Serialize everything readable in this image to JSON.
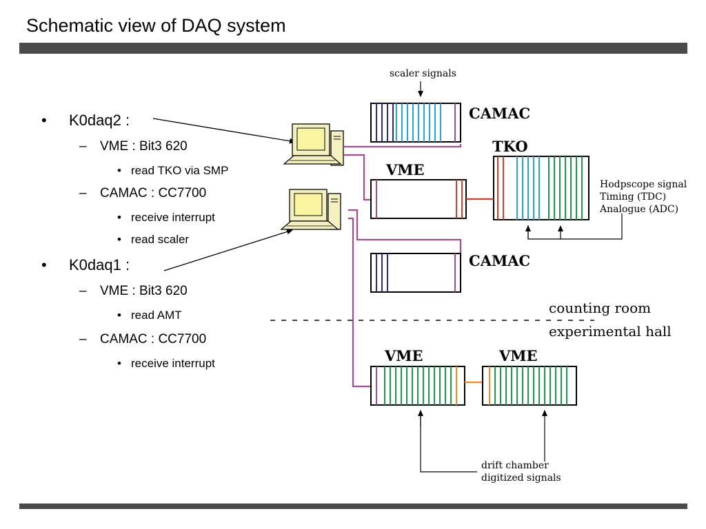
{
  "slide": {
    "title": "Schematic view of DAQ system"
  },
  "bullets": {
    "k0daq2": {
      "label": "K0daq2 :",
      "vme": "VME : Bit3 620",
      "vme_sub": "read TKO via SMP",
      "camac": "CAMAC : CC7700",
      "camac_sub1": "receive interrupt",
      "camac_sub2": "read scaler"
    },
    "k0daq1": {
      "label": "K0daq1 :",
      "vme": "VME : Bit3 620",
      "vme_sub": "read AMT",
      "camac": "CAMAC : CC7700",
      "camac_sub": "receive interrupt"
    },
    "symbols": {
      "level1": "•",
      "level2": "–",
      "level3": "•"
    }
  },
  "diagram": {
    "scaler_signals": "scaler signals",
    "camac_top": "CAMAC",
    "tko": "TKO",
    "vme_upper": "VME",
    "camac_middle": "CAMAC",
    "hodoscope": [
      "Hodpscope signal",
      "Timing (TDC)",
      "Analogue (ADC)"
    ],
    "counting_room": "counting room",
    "experimental_hall": "experimental hall",
    "vme_lower_left": "VME",
    "vme_lower_right": "VME",
    "drift_chamber": [
      "drift chamber",
      "digitized  signals"
    ],
    "icons": [
      "computer-icon",
      "computer-icon"
    ],
    "colors": {
      "navy": "#2b2a86",
      "cyan": "#2aa3d8",
      "green": "#1a9a46",
      "red": "#d83a2a",
      "orange": "#f08a1a",
      "purple": "#a64a8e",
      "dark_bar": "#4a4a4a"
    }
  }
}
